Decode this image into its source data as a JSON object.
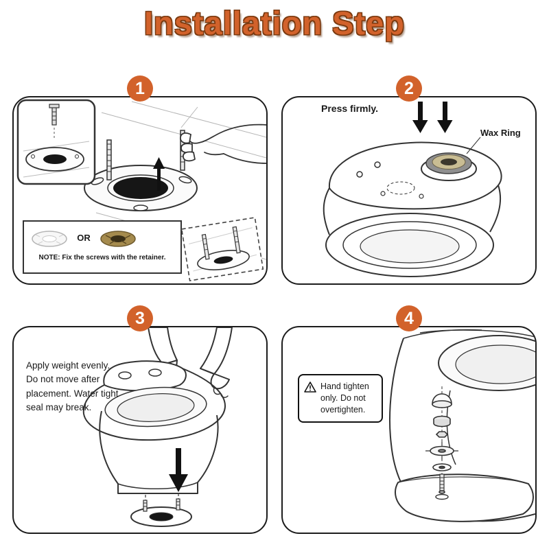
{
  "page": {
    "title": "Installation Step",
    "accent_color": "#d2622b",
    "outline_color": "#7a3a10"
  },
  "steps": [
    {
      "number": "1",
      "or_label": "OR",
      "note": "NOTE: Fix the screws with the retainer."
    },
    {
      "number": "2",
      "press_label": "Press firmly.",
      "wax_ring_label": "Wax Ring"
    },
    {
      "number": "3",
      "instruction": "Apply weight evenly. Do not move after placement. Water tight seal may break."
    },
    {
      "number": "4",
      "warning": "Hand tighten only. Do not overtighten."
    }
  ]
}
